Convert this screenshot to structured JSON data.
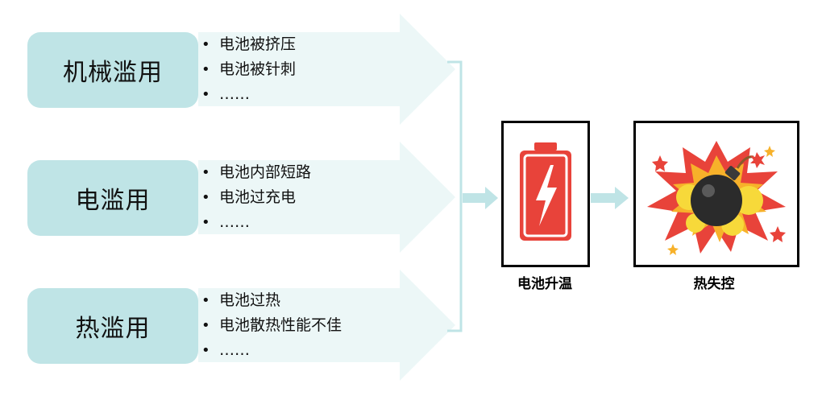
{
  "categories": [
    {
      "label": "机械滥用",
      "items": [
        "电池被挤压",
        "电池被针刺",
        "……"
      ]
    },
    {
      "label": "电滥用",
      "items": [
        "电池内部短路",
        "电池过充电",
        "……"
      ]
    },
    {
      "label": "热滥用",
      "items": [
        "电池过热",
        "电池散热性能不佳",
        "……"
      ]
    }
  ],
  "bullet": "•",
  "stages": {
    "battery": {
      "caption": "电池升温",
      "icon": "battery-lightning-icon"
    },
    "runaway": {
      "caption": "热失控",
      "icon": "bomb-explosion-icon"
    }
  },
  "colors": {
    "arrow": "#ecf7f7",
    "category_fill": "#bfe4e6",
    "connector": "#bfe4e6",
    "battery_red": "#e8433a"
  }
}
